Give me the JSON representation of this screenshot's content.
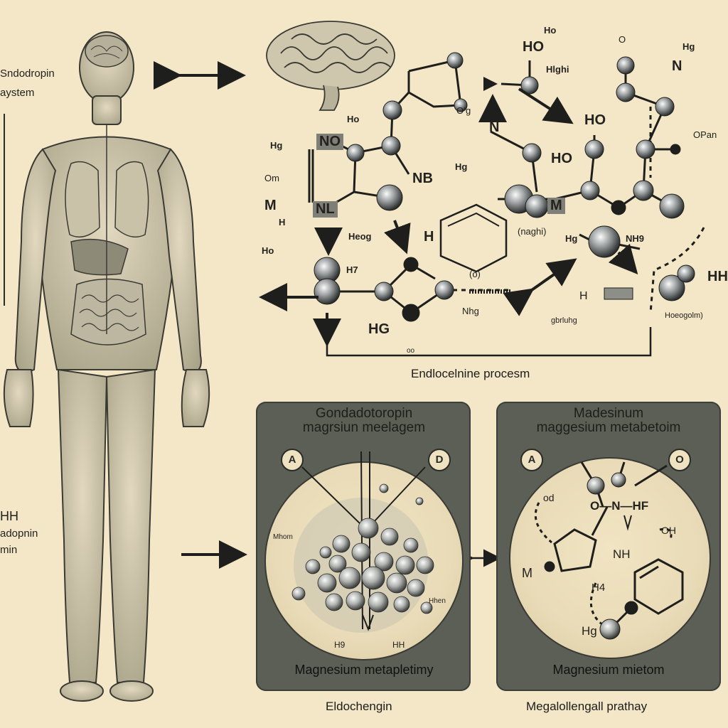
{
  "left_labels": {
    "top_line1": "Sndodropin",
    "top_line2": "aystem",
    "bottom_line1": "HH",
    "bottom_line2": "adopnin",
    "bottom_line3": "min"
  },
  "pathway": {
    "caption": "Endlocelnine procesm",
    "labels": {
      "ho_top": "HO",
      "ho_small": "Ho",
      "high": "Hlghi",
      "o_top": "O",
      "hg_top_right": "Hg",
      "n_top_right": "N",
      "ho_left": "Ho",
      "o_hg": "O’g",
      "ho_mid": "HO",
      "ho_right": "HO",
      "opan": "OPan",
      "hg_left": "Hg",
      "no_box": "NO",
      "n_mid": "N",
      "nb": "NB",
      "o_left": "Om",
      "m_left": "M",
      "h_left": "H",
      "nl_box": "NL",
      "hg_mid": "Hg",
      "m_box": "M",
      "naghi": "(naghi)",
      "nh9": "NH9",
      "hg_pin": "Hg",
      "heg": "Heog",
      "ho_ring": "H",
      "ho_lower": "Ho",
      "h7": "H7",
      "o_paren": "(o)",
      "nhg": "Nhg",
      "hg_bottom": "HG",
      "hh_right": "HH",
      "h_dash": "H",
      "gbtung": "gbrluhg",
      "hoegolm": "Hoeogolm)",
      "o_bottom": "oo"
    }
  },
  "panels": {
    "left": {
      "title_line1": "Gondadotoropin",
      "title_line2": "magrsiun meelagem",
      "badge_a": "A",
      "badge_d": "D",
      "inner_left": "Mhom",
      "inner_right": "Hhen",
      "bottom_small_left": "H9",
      "bottom_small_right": "HH",
      "bottom_caption": "Magnesium metapletimy"
    },
    "right": {
      "title_line1": "Madesinum",
      "title_line2": "maggesium metabetoim",
      "badge_a": "A",
      "badge_o": "O",
      "od": "od",
      "o_n_h": "O—N—HF",
      "oh": "OH",
      "m": "M",
      "nh": "NH",
      "h4": "H4",
      "hg": "Hg",
      "bottom_caption": "Magnesium mietom"
    }
  },
  "footer": {
    "left": "Eldochengin",
    "right": "Megalollengall prathay"
  }
}
